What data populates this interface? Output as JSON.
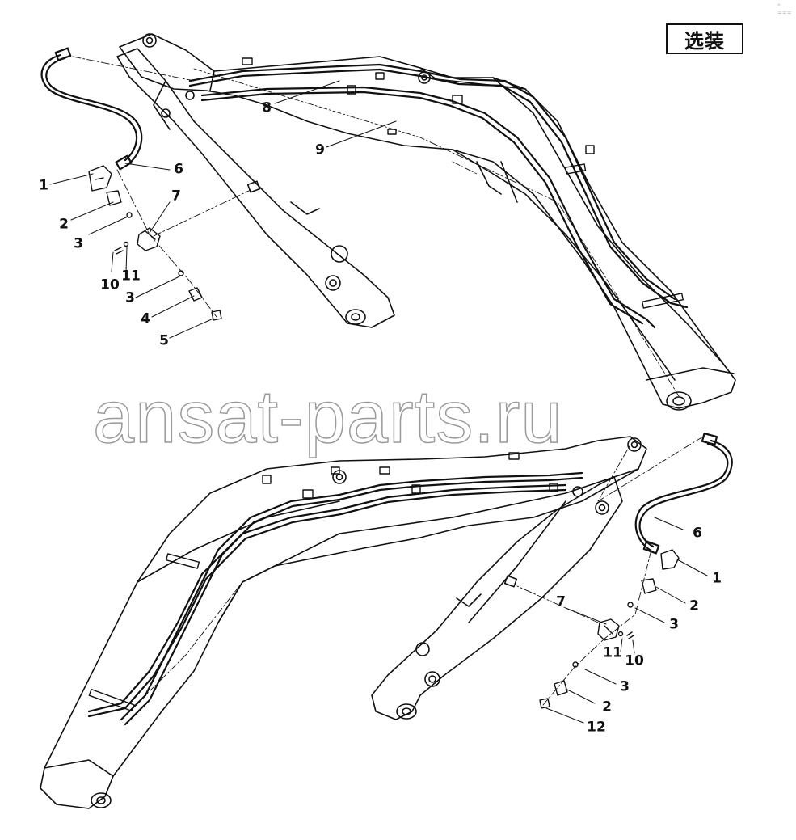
{
  "option_label": "选装",
  "watermark": "ansat-parts.ru",
  "corner_mark": "° ===",
  "top_assembly": {
    "callouts": [
      "8",
      "9",
      "6",
      "1",
      "7",
      "2",
      "3",
      "10",
      "11",
      "3",
      "4",
      "5"
    ]
  },
  "bottom_assembly": {
    "callouts": [
      "6",
      "1",
      "2",
      "7",
      "3",
      "11",
      "10",
      "3",
      "2",
      "12"
    ]
  },
  "colors": {
    "line": "#111111",
    "watermark_outline": "#9a9a9a"
  }
}
